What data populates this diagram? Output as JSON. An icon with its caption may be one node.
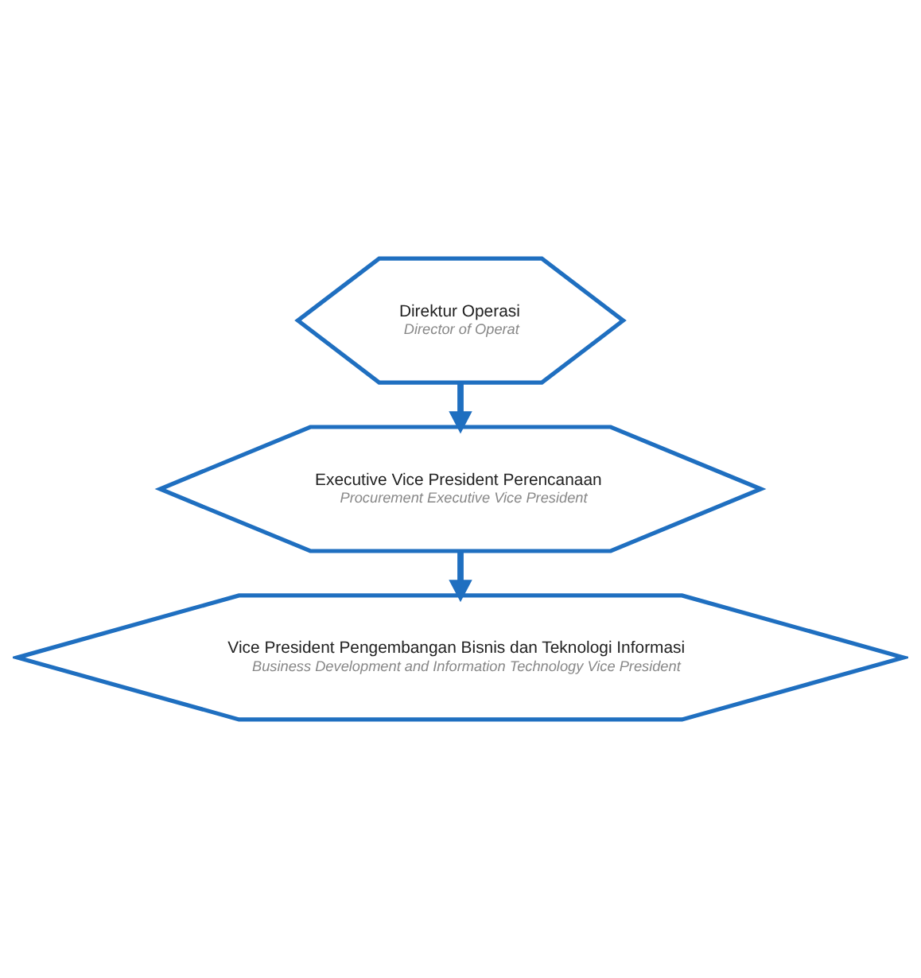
{
  "diagram": {
    "nodes": [
      {
        "text": [
          "Direktur Operasi",
          "Director of Operat"
        ]
      },
      {
        "text": [
          "Executive Vice President Perencanaan",
          "Procurement Executive Vice President"
        ]
      },
      {
        "text": [
          "Vice President Pengembangan Bisnis dan Teknologi Informasi",
          "Business Development and Information Technology Vice President"
        ]
      }
    ],
    "edges": [
      {
        "from": 0,
        "to": 1,
        "arrow": "to"
      },
      {
        "from": 1,
        "to": 2,
        "arrow": "to"
      }
    ]
  }
}
